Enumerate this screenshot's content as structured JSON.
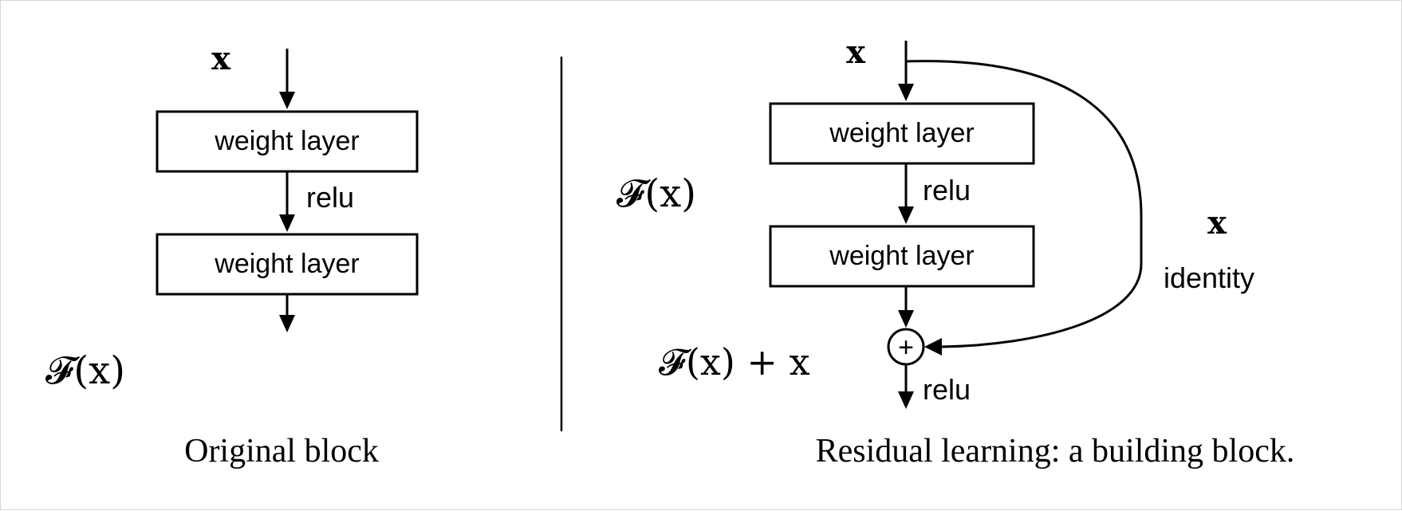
{
  "left": {
    "input_label": "x",
    "layer1": "weight layer",
    "activation": "relu",
    "layer2": "weight layer",
    "output_label": "𝓕(x)",
    "caption": "Original block"
  },
  "right": {
    "input_label": "x",
    "layer1": "weight layer",
    "activation_mid": "relu",
    "layer2": "weight layer",
    "function_label": "𝓕(x)",
    "sum_label": "𝓕(x) + x",
    "plus_symbol": "+",
    "activation_out": "relu",
    "shortcut_label": "x",
    "shortcut_name": "identity",
    "caption": "Residual learning: a building block."
  }
}
